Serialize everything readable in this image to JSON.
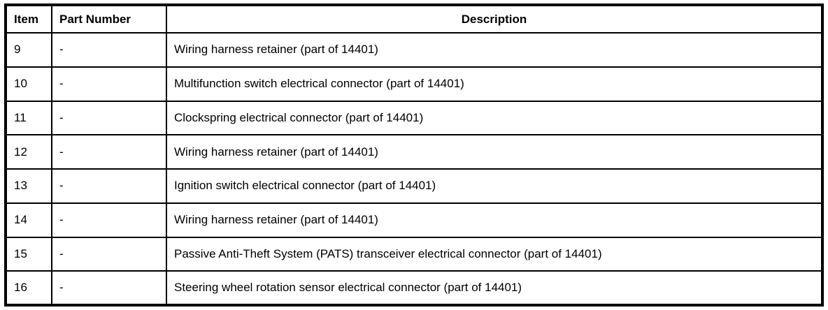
{
  "table": {
    "columns": {
      "item": "Item",
      "part_number": "Part Number",
      "description": "Description"
    },
    "rows": [
      {
        "item": "9",
        "part_number": "-",
        "description": "Wiring harness retainer (part of 14401)"
      },
      {
        "item": "10",
        "part_number": "-",
        "description": "Multifunction switch electrical connector (part of 14401)"
      },
      {
        "item": "11",
        "part_number": "-",
        "description": "Clockspring electrical connector (part of 14401)"
      },
      {
        "item": "12",
        "part_number": "-",
        "description": "Wiring harness retainer (part of 14401)"
      },
      {
        "item": "13",
        "part_number": "-",
        "description": "Ignition switch electrical connector (part of 14401)"
      },
      {
        "item": "14",
        "part_number": "-",
        "description": "Wiring harness retainer (part of 14401)"
      },
      {
        "item": "15",
        "part_number": "-",
        "description": "Passive Anti-Theft System (PATS) transceiver electrical connector (part of 14401)"
      },
      {
        "item": "16",
        "part_number": "-",
        "description": "Steering wheel rotation sensor electrical connector (part of 14401)"
      }
    ],
    "colors": {
      "border": "#000000",
      "text": "#000000",
      "background": "#ffffff"
    }
  }
}
